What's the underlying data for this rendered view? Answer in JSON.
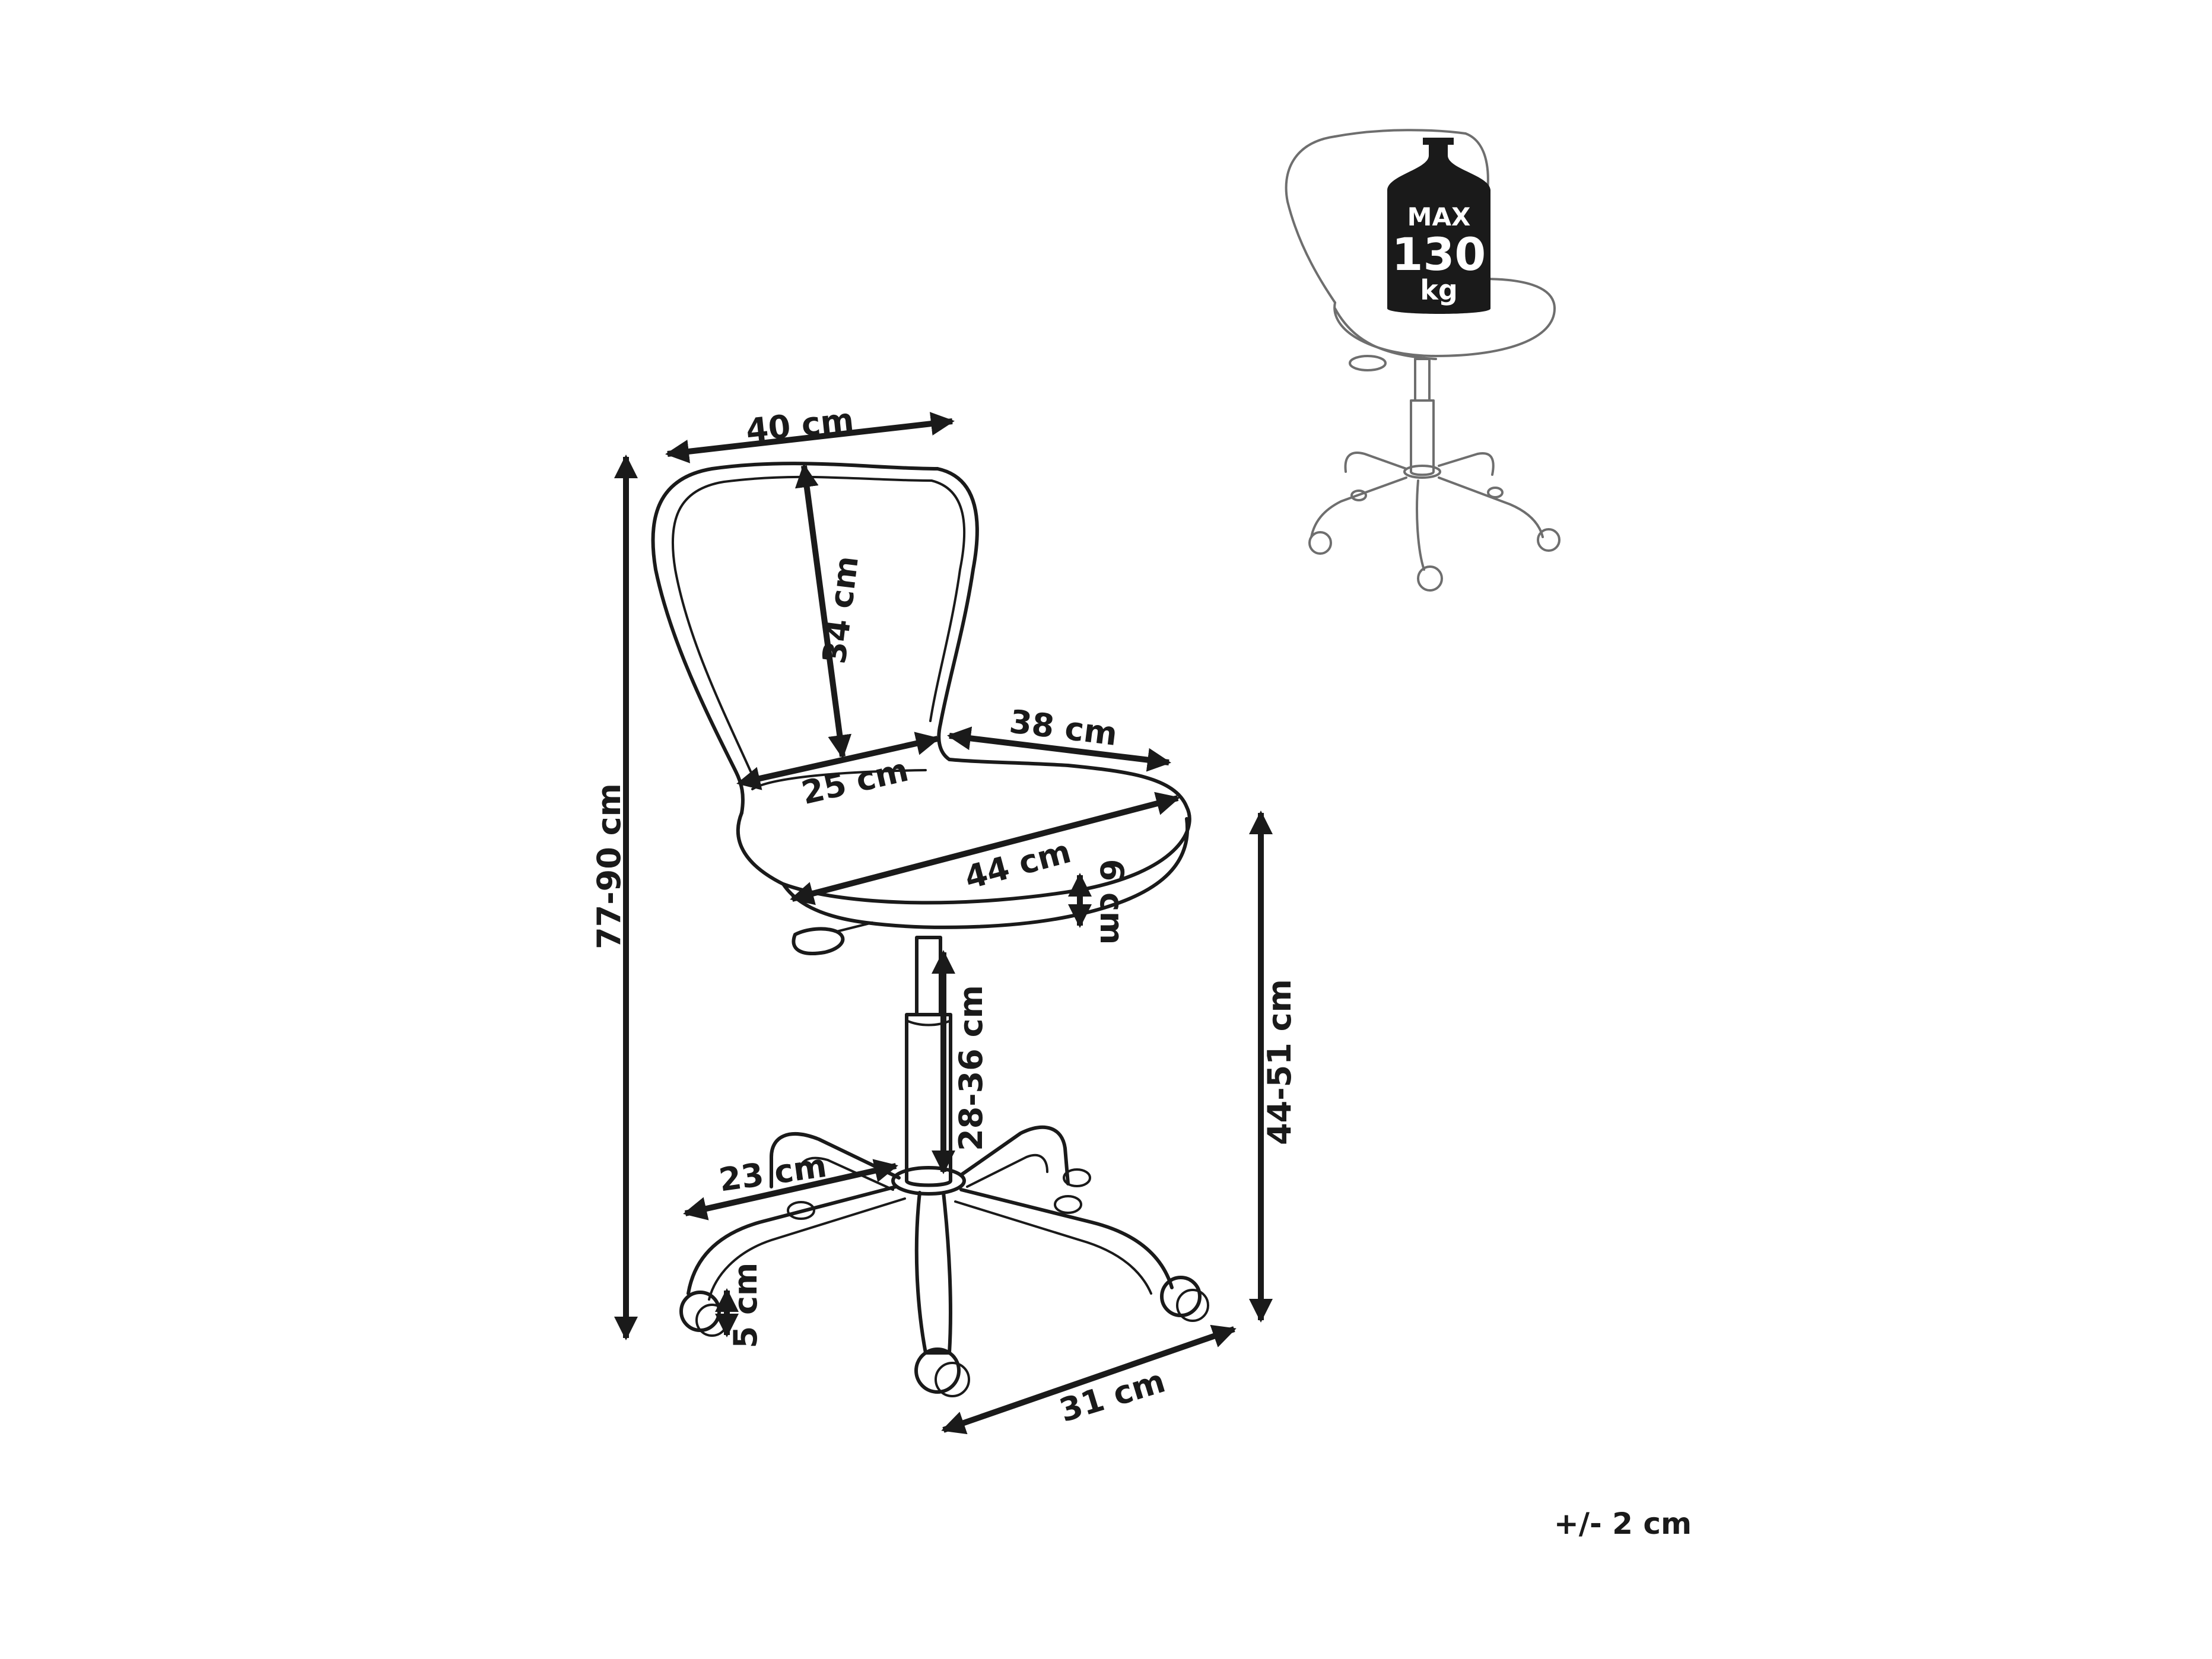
{
  "dimensions": {
    "backrest_width": "40 cm",
    "backrest_height": "34 cm",
    "seat_depth_front": "38 cm",
    "seat_depth_back": "25 cm",
    "seat_width": "44 cm",
    "seat_thickness": "6 cm",
    "total_height": "77-90 cm",
    "seat_height": "44-51 cm",
    "column_height": "28-36 cm",
    "leg_length": "23 cm",
    "caster_height": "5 cm",
    "base_radius": "31 cm"
  },
  "max_load": {
    "line1": "MAX",
    "line2": "130",
    "line3": "kg"
  },
  "tolerance": "+/- 2 cm",
  "colors": {
    "ink": "#1a1a1a",
    "preview_line": "#6e6e6e",
    "background": "#ffffff"
  },
  "icons": [
    "chair-icon",
    "weight-icon"
  ]
}
